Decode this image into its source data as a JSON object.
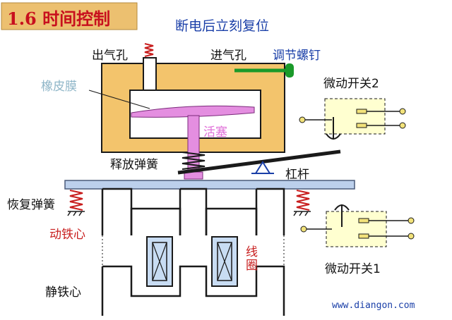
{
  "header": {
    "title": "1.6 时间控制",
    "bg_color": "#ecc070"
  },
  "diagram": {
    "title": "断电后立刻复位",
    "labels": {
      "outlet": "出气孔",
      "inlet": "进气孔",
      "adjust_screw": "调节螺钉",
      "diaphragm": "橡皮膜",
      "piston": "活塞",
      "release_spring": "释放弹簧",
      "lever": "杠杆",
      "micro_switch_2": "微动开关2",
      "micro_switch_1": "微动开关1",
      "return_spring": "恢复弹簧",
      "moving_core": "动铁心",
      "coil": "线圈",
      "static_core": "静铁心"
    },
    "watermark": "www.diangon.com",
    "colors": {
      "chamber": "#f3c46c",
      "diaphragm": "#e48ee0",
      "label_red": "#c81e1e",
      "label_blue": "#1a3fa8",
      "plate": "#bcd0ec",
      "coil": "#c8dcf3",
      "switch_box": "#ffffd0",
      "contact": "#f2e27a"
    }
  }
}
